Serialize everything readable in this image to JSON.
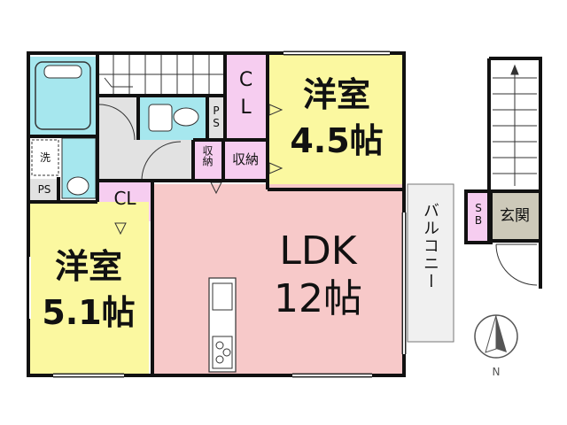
{
  "rooms": {
    "bedroom_upper": {
      "name": "洋室",
      "size": "4.5帖"
    },
    "bedroom_lower": {
      "name": "洋室",
      "size": "5.1帖"
    },
    "ldk": {
      "name": "LDK",
      "size": "12帖"
    }
  },
  "storage": {
    "closet_upper": "CL",
    "closet_lower": "CL",
    "shuunou_small": "収納",
    "shuunou_wide": "収納"
  },
  "utility": {
    "ps_top": "PS",
    "ps_wash": "PS",
    "wash": "洗",
    "sb": "SB"
  },
  "balcony": "バルコニー",
  "entrance": "玄関",
  "compass_label": "N",
  "colors": {
    "bedroom": "#fbf8a0",
    "ldk": "#f7c9c9",
    "closet": "#f6cdf0",
    "bath": "#a6e7ee",
    "entrance": "#cdc9b9",
    "balcony": "#f0f0f0",
    "hall": "#e2e2e2",
    "wall": "#111111"
  }
}
